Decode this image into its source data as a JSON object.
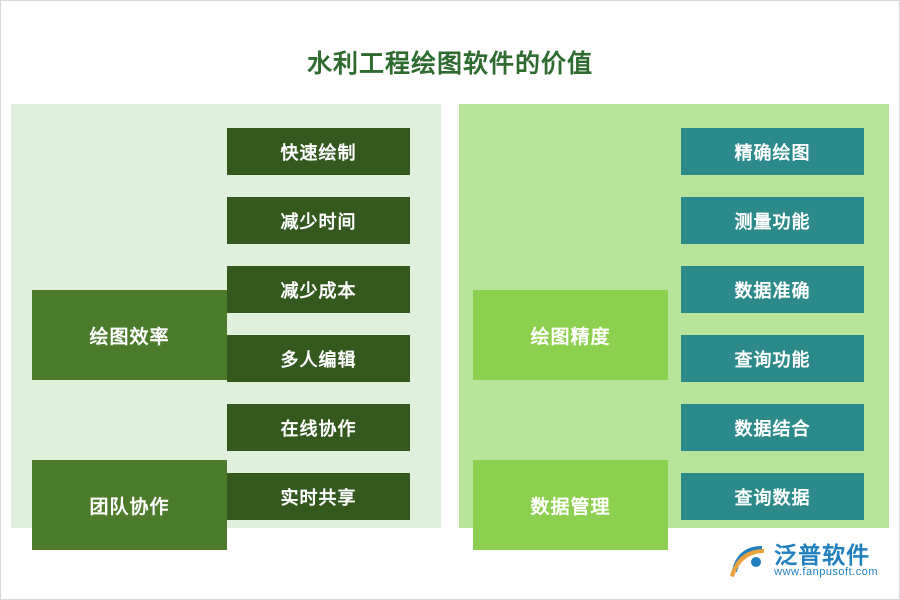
{
  "title": "水利工程绘图软件的价值",
  "panels": [
    {
      "name": "left",
      "groups": [
        {
          "label": "绘图效率",
          "items": [
            "快速绘制",
            "减少时间",
            "减少成本"
          ]
        },
        {
          "label": "团队协作",
          "items": [
            "多人编辑",
            "在线协作",
            "实时共享"
          ]
        }
      ]
    },
    {
      "name": "right",
      "groups": [
        {
          "label": "绘图精度",
          "items": [
            "精确绘图",
            "测量功能",
            "数据准确"
          ]
        },
        {
          "label": "数据管理",
          "items": [
            "查询功能",
            "数据结合",
            "查询数据"
          ]
        }
      ]
    }
  ],
  "logo": {
    "name": "泛普软件",
    "url": "www.fanpusoft.com"
  },
  "colors": {
    "title": "#2e6b2e",
    "panel_left_bg": "#dff0dc",
    "panel_right_bg": "#b9e39b",
    "group_left_bg": "#4b7b2b",
    "group_right_bg": "#8dd04f",
    "item_left_bg": "#33591f",
    "item_right_bg": "#2d8a8a",
    "logo": "#1f7fbf"
  }
}
